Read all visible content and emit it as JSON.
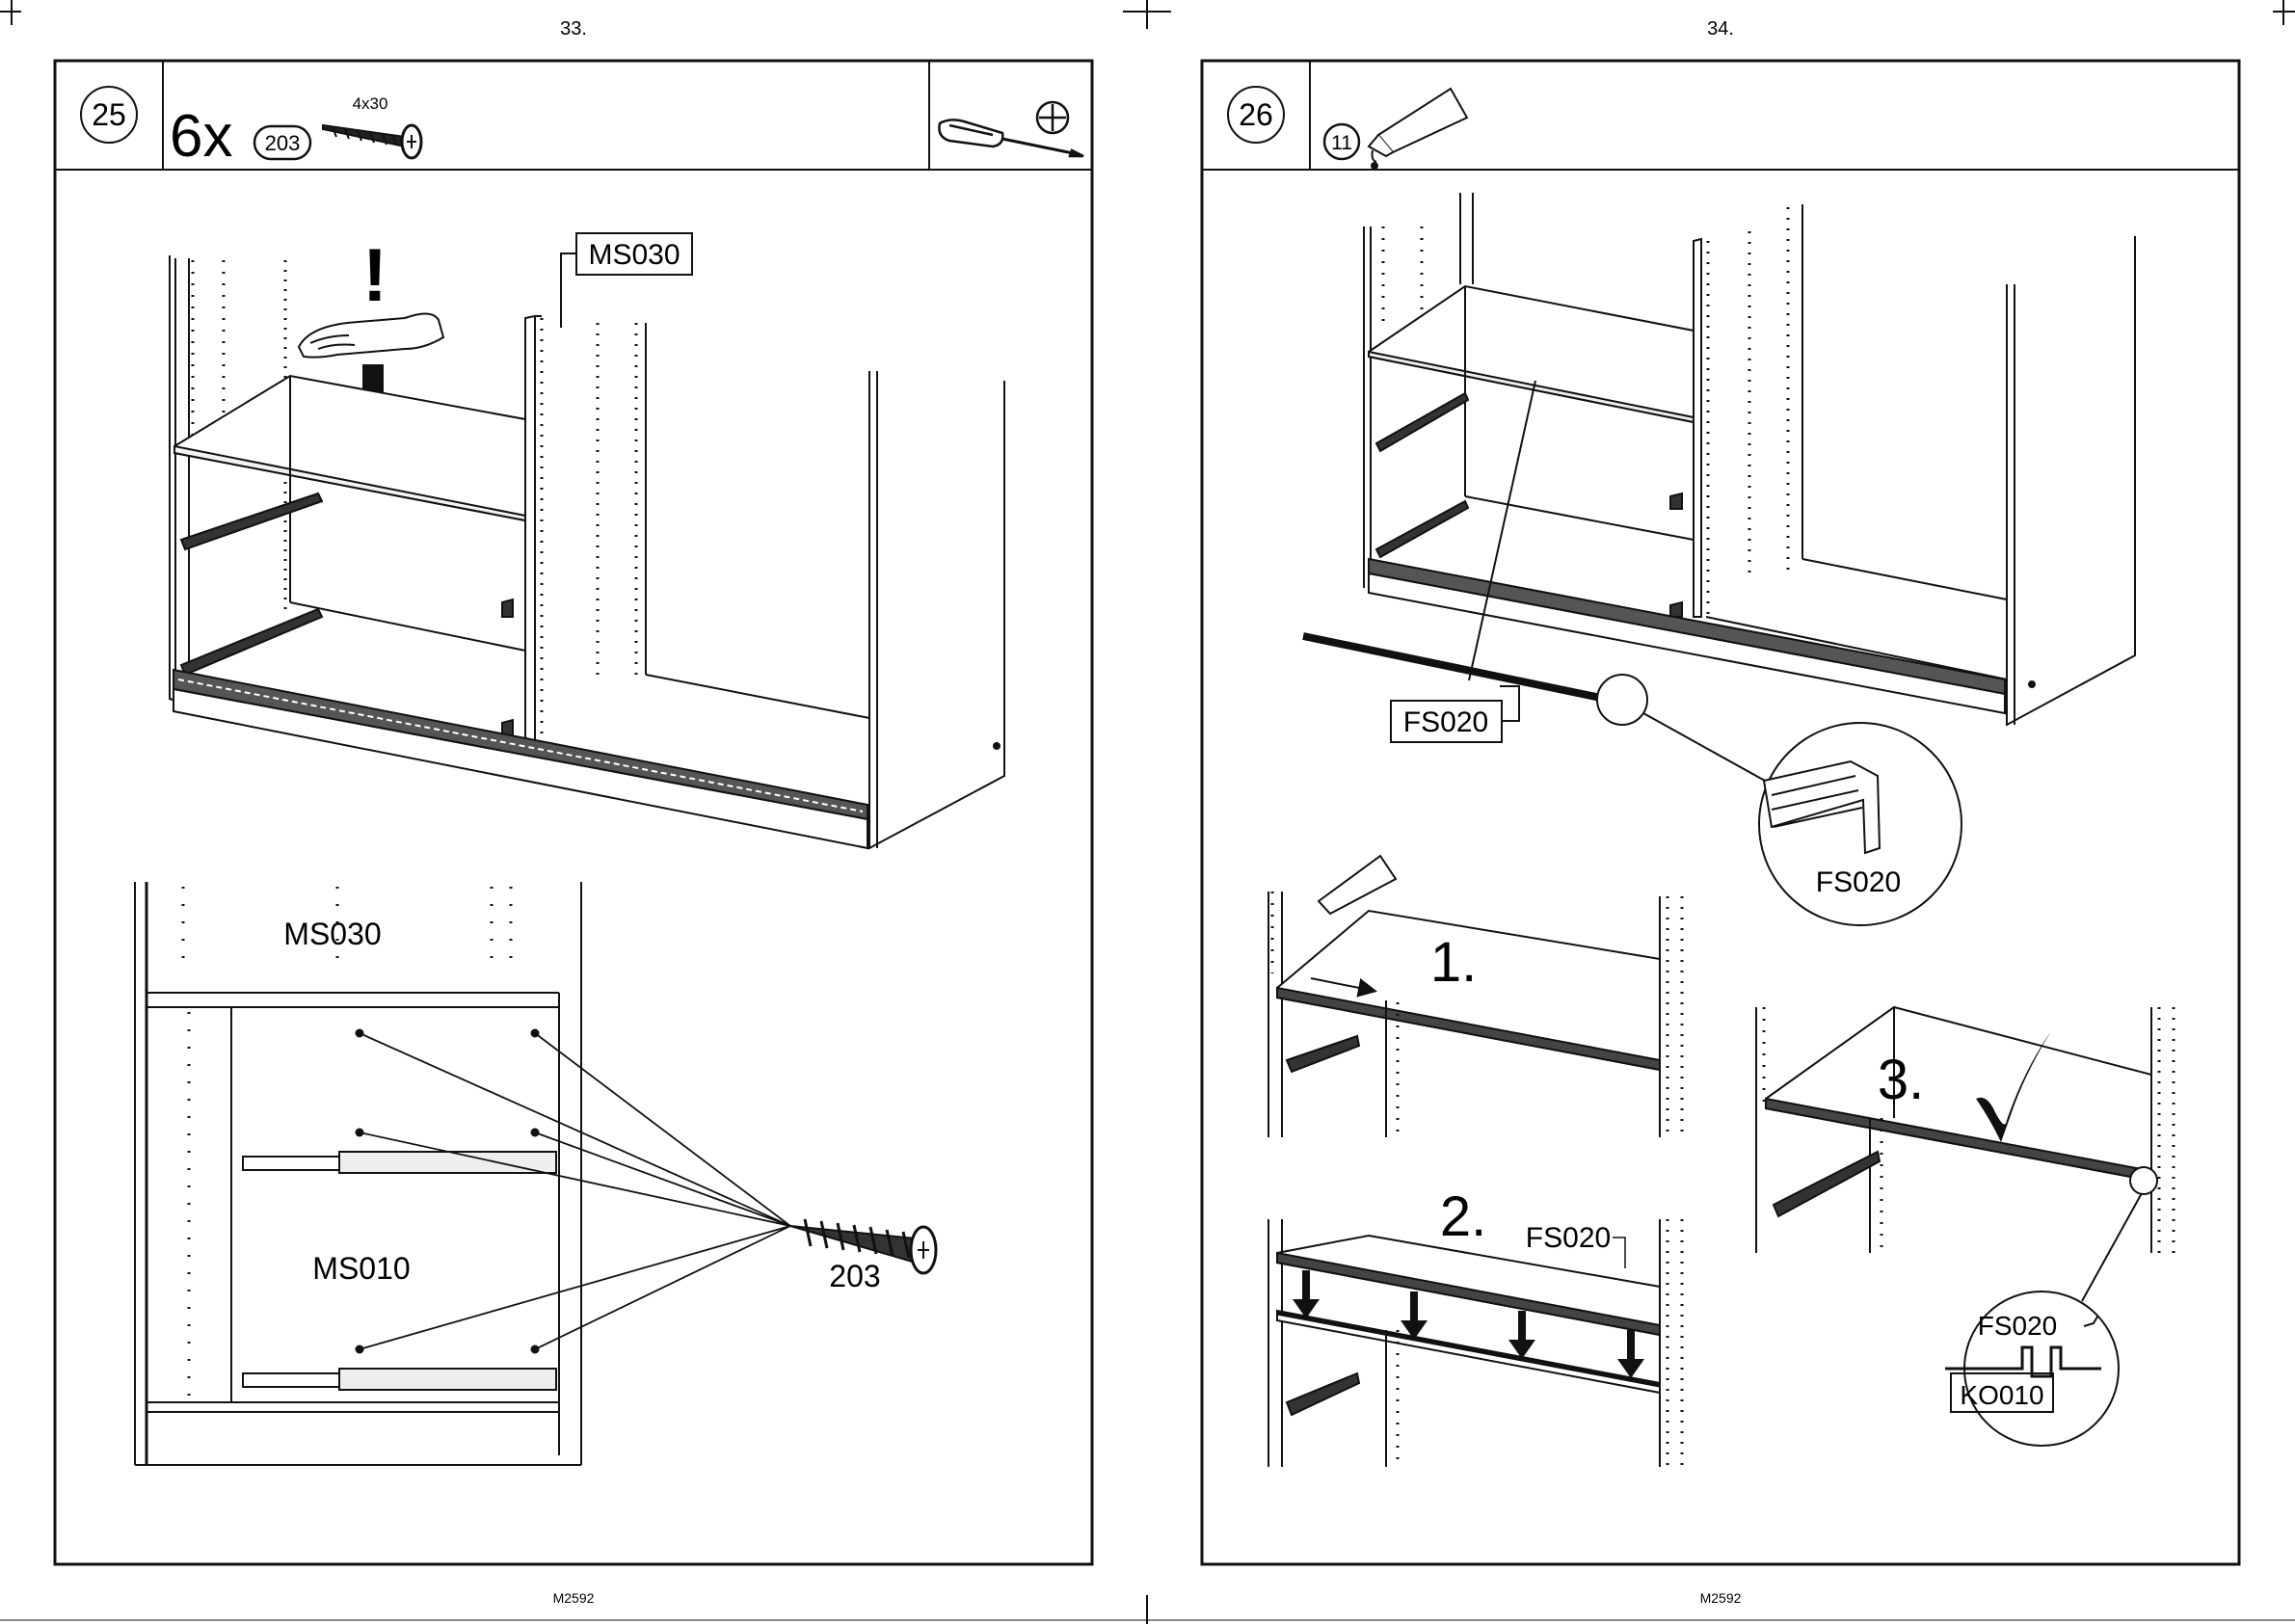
{
  "pages": [
    {
      "page_number": "33.",
      "footer_code": "M2592",
      "step": {
        "number": "25",
        "quantity": "6x",
        "part_id": "203",
        "screw_size": "4x30",
        "tool": "phillips-screwdriver-icon",
        "warning": "!",
        "callouts": {
          "top_part": "MS030",
          "detail_top_part": "MS030",
          "detail_side_part": "MS010",
          "screw_part": "203"
        }
      }
    },
    {
      "page_number": "34.",
      "footer_code": "M2592",
      "step": {
        "number": "26",
        "part_id": "11",
        "tool": "glue-bottle-icon",
        "callouts": {
          "strip_part": "FS020",
          "zoom_part": "FS020",
          "sub_step_2_part": "FS020",
          "profile_part": "FS020",
          "profile_base_part": "KO010"
        },
        "sub_steps": [
          "1.",
          "2.",
          "3."
        ]
      }
    }
  ],
  "colors": {
    "ink": "#111111",
    "paper": "#ffffff",
    "panel": "#f7f7f7"
  }
}
